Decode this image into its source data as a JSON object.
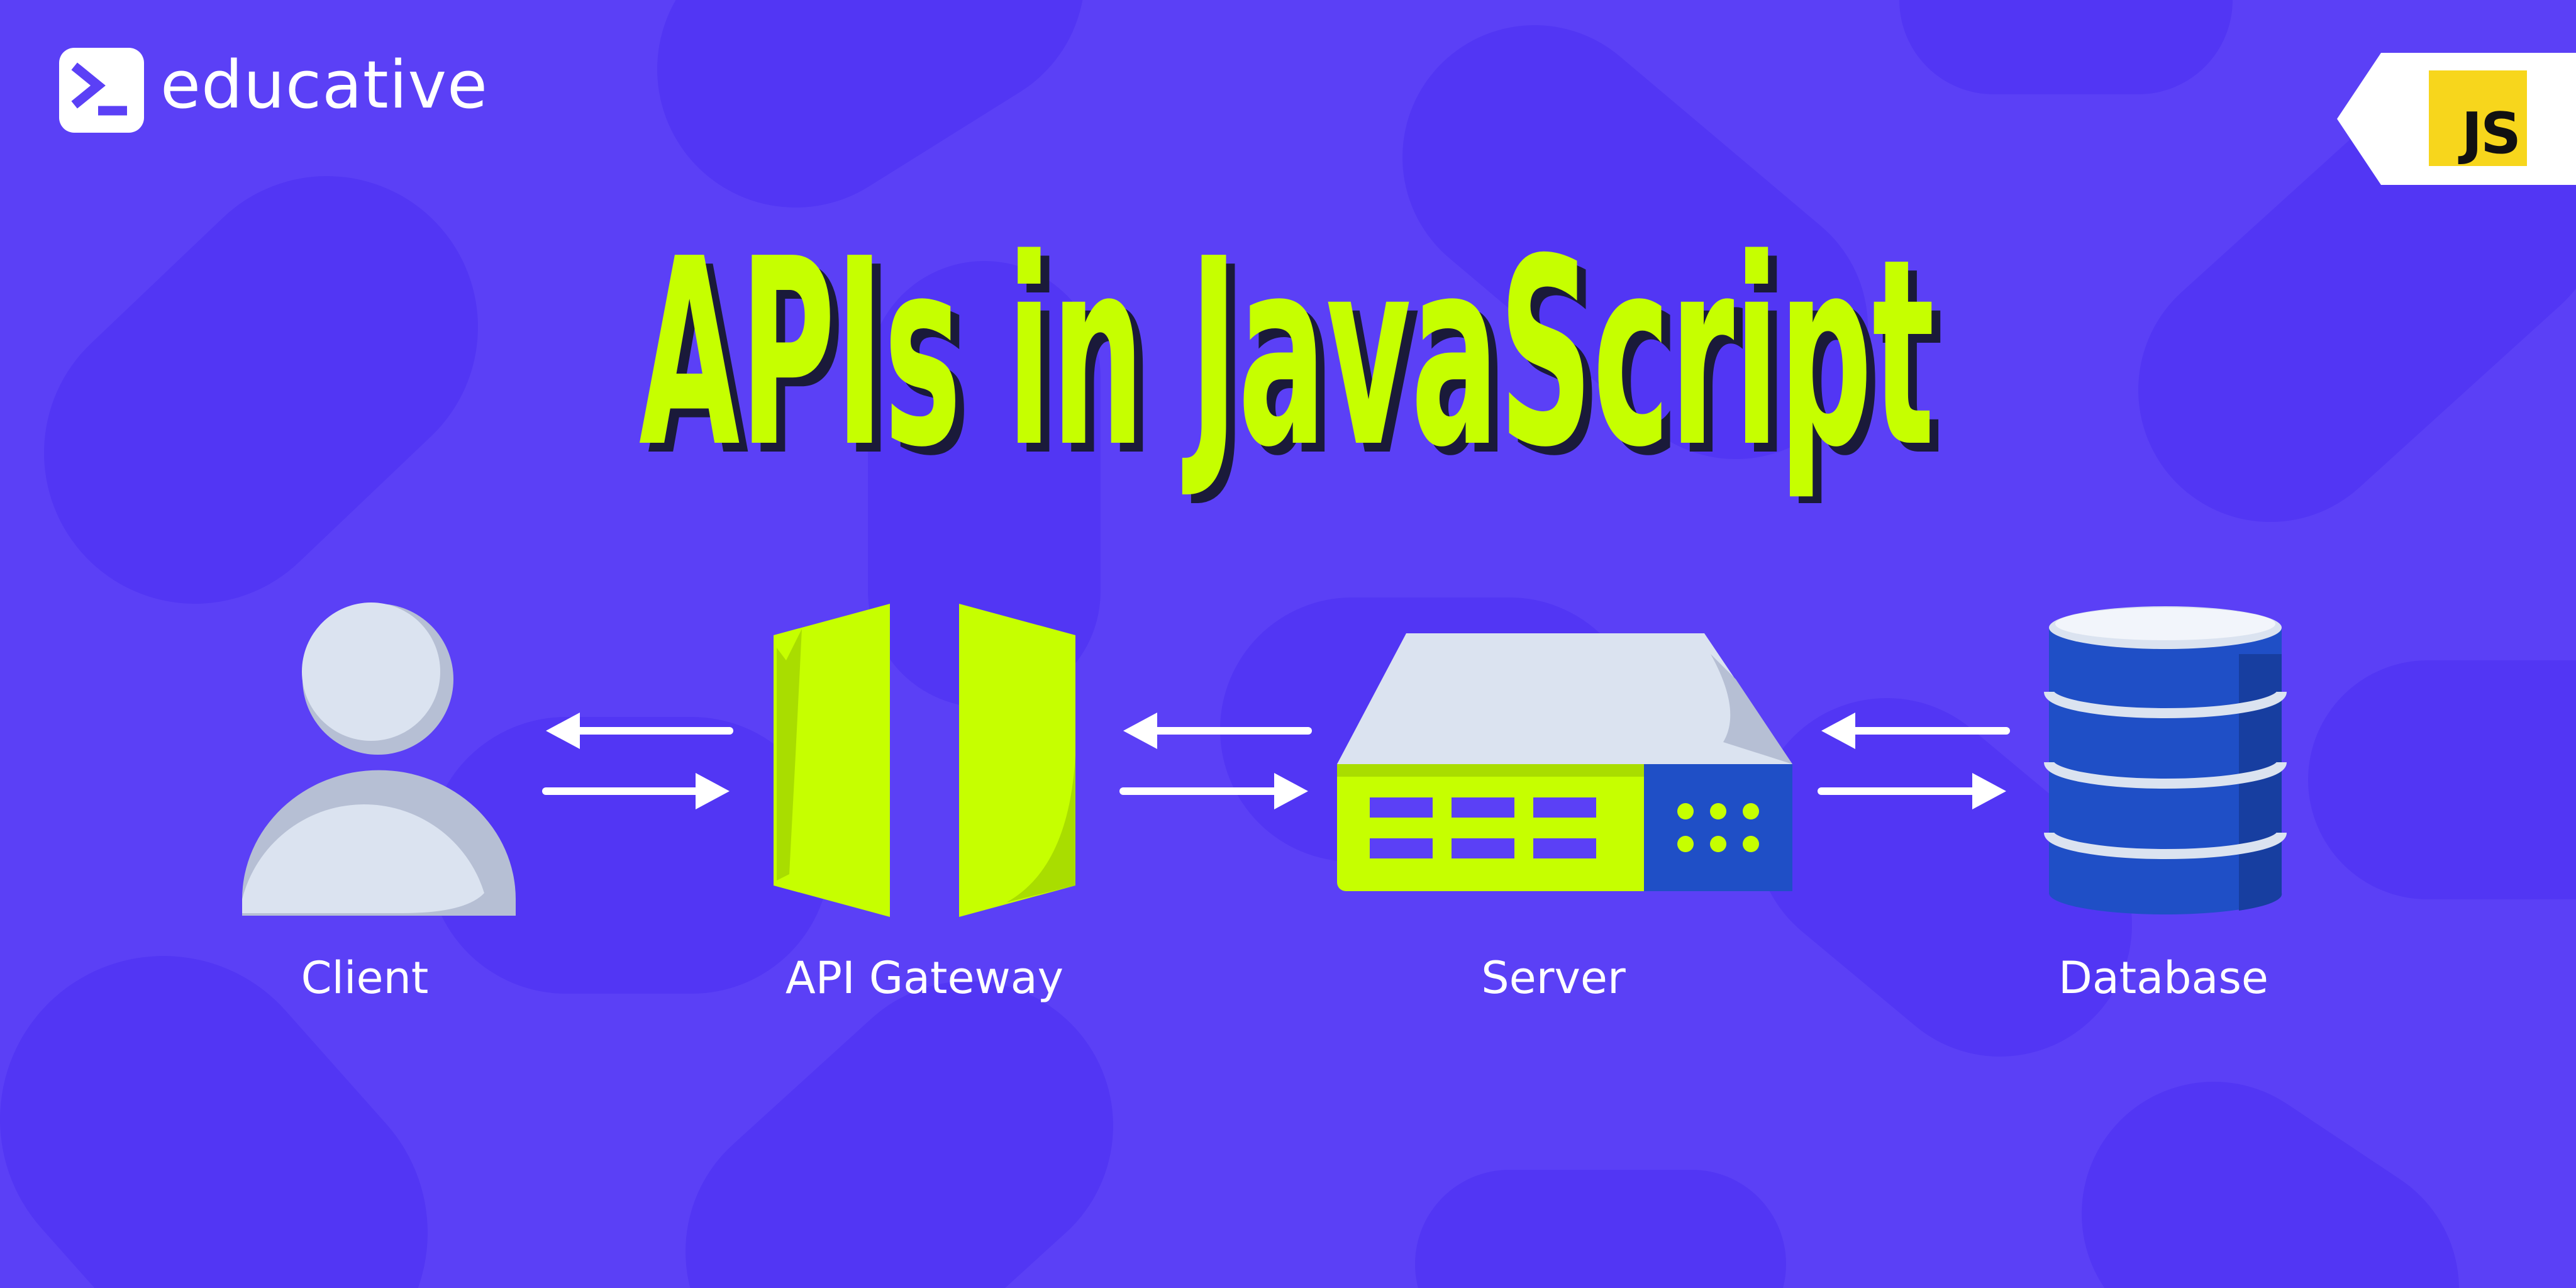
{
  "brand": {
    "name": "educative",
    "logo_icon": "terminal-prompt-icon"
  },
  "badge": {
    "label": "JS",
    "color": "#f7d61c"
  },
  "headline": {
    "text": "APIs in JavaScript",
    "color": "#c6ff00",
    "shadow_color": "#1a1a3a"
  },
  "diagram": {
    "nodes": [
      {
        "id": "client",
        "label": "Client",
        "icon": "user-icon"
      },
      {
        "id": "gateway",
        "label": "API Gateway",
        "icon": "gateway-icon"
      },
      {
        "id": "server",
        "label": "Server",
        "icon": "server-icon"
      },
      {
        "id": "database",
        "label": "Database",
        "icon": "database-icon"
      }
    ],
    "edges": [
      {
        "from": "client",
        "to": "gateway",
        "direction": "bidirectional"
      },
      {
        "from": "gateway",
        "to": "server",
        "direction": "bidirectional"
      },
      {
        "from": "server",
        "to": "database",
        "direction": "bidirectional"
      }
    ]
  },
  "colors": {
    "background": "#5b40f6",
    "accent": "#c6ff00",
    "icon_light": "#dbe3f0",
    "icon_shadow": "#b6bfd4",
    "database_blue": "#1f4fc6",
    "arrow": "#ffffff"
  }
}
